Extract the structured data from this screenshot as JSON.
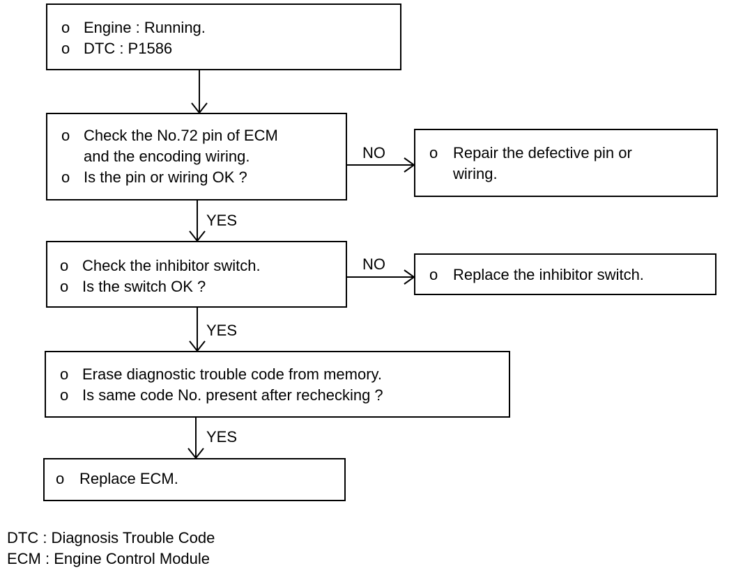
{
  "bullet_char": "o",
  "boxes": {
    "start": [
      "Engine : Running.",
      "DTC : P1586"
    ],
    "check_pin": [
      "Check the No.72 pin of ECM",
      "and the encoding wiring.",
      "Is the pin or wiring OK ?"
    ],
    "repair": [
      "Repair the defective pin or",
      "wiring."
    ],
    "check_switch": [
      "Check the inhibitor switch.",
      "Is the switch OK ?"
    ],
    "replace_switch": [
      "Replace the inhibitor switch."
    ],
    "erase": [
      "Erase diagnostic trouble code from memory.",
      "Is same code No. present after rechecking ?"
    ],
    "replace_ecm": [
      "Replace ECM."
    ]
  },
  "labels": {
    "no": "NO",
    "yes": "YES"
  },
  "legend": [
    "DTC : Diagnosis Trouble Code",
    "ECM : Engine Control Module"
  ]
}
